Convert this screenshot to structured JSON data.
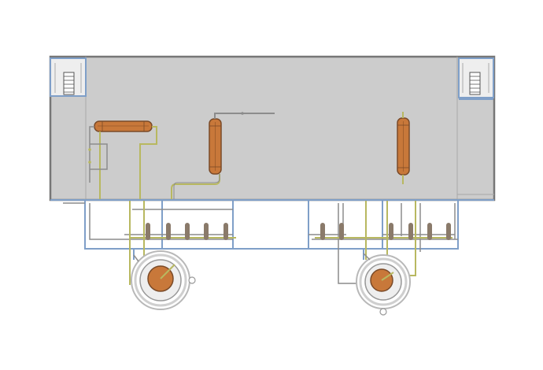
{
  "colors": {
    "background": "#ffffff",
    "roof_fill": "#cccccc",
    "roof_outline": "#777777",
    "water_pipe": "#7f9fc8",
    "gas_pipe": "#b8b860",
    "grey_pipe": "#8c8c8c",
    "vessel_fill": "#c8783a",
    "vessel_outline": "#7a4a28",
    "stair_fill": "#eeeeee",
    "tank_ring": "#b8b8b8",
    "bottle": "#8a7a6a"
  },
  "icons": {
    "stair_left": "stairs-icon",
    "stair_right": "stairs-icon",
    "horizontal_vessel": "horizontal-vessel-icon",
    "vertical_vessel": "vertical-vessel-icon",
    "storage_tank": "round-tank-icon",
    "gas_bottle": "gas-bottle-icon"
  },
  "diagram": {
    "vertical_vessels": 2,
    "horizontal_vessels": 1,
    "storage_tanks": 2,
    "bottles_left_group": 5,
    "bottles_right_group": 6
  }
}
